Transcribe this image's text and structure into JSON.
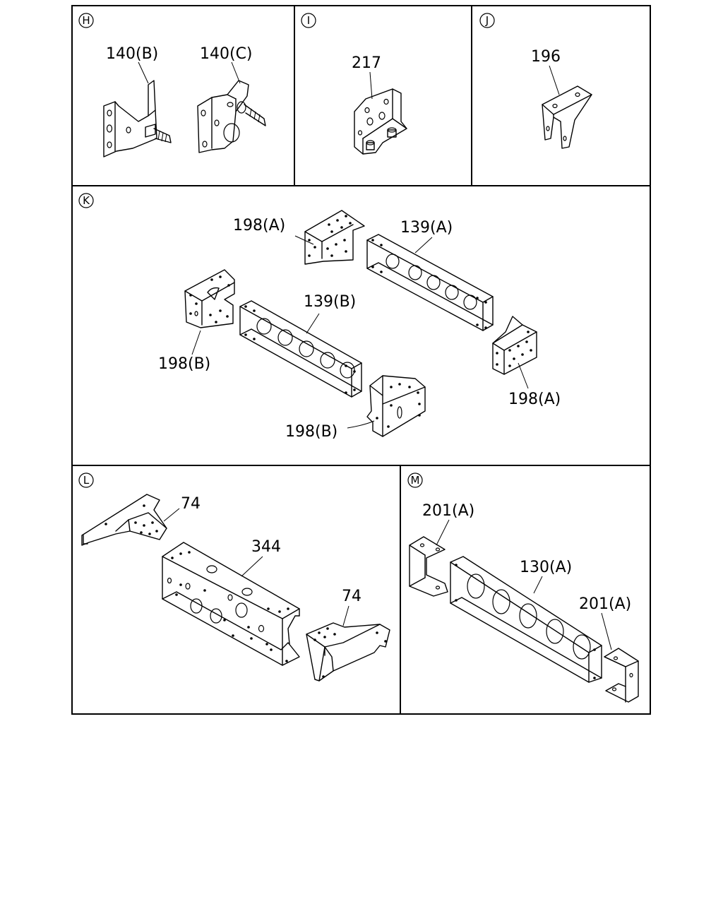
{
  "panels": [
    {
      "id": "H",
      "labels": [
        "140(B)",
        "140(C)"
      ]
    },
    {
      "id": "I",
      "labels": [
        "217"
      ]
    },
    {
      "id": "J",
      "labels": [
        "196"
      ]
    },
    {
      "id": "K",
      "labels": [
        "198(A)",
        "139(A)",
        "139(B)",
        "198(B)",
        "198(A)",
        "198(B)"
      ]
    },
    {
      "id": "L",
      "labels": [
        "74",
        "344",
        "74"
      ]
    },
    {
      "id": "M",
      "labels": [
        "201(A)",
        "130(A)",
        "201(A)"
      ]
    }
  ]
}
